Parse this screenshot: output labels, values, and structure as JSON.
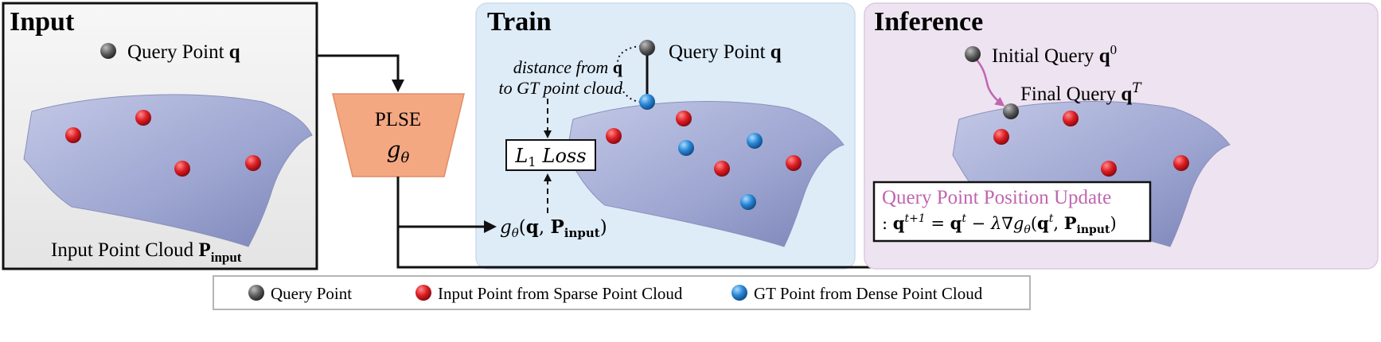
{
  "panels": {
    "input": {
      "title": "Input",
      "query_label": "Query Point",
      "query_symbol": "q",
      "cloud_label": "Input Point Cloud",
      "cloud_symbol": "P",
      "cloud_sub": "input"
    },
    "plse": {
      "label": "PLSE",
      "symbol": "g",
      "sub": "θ"
    },
    "train": {
      "title": "Train",
      "query_label": "Query Point",
      "query_symbol": "q",
      "distance_line1": "distance from",
      "distance_sym": "q",
      "distance_line2": "to GT point cloud",
      "loss_label": "L",
      "loss_sub": "1",
      "loss_word": "Loss",
      "output_g": "g",
      "output_sub": "θ",
      "output_args_open": "(",
      "output_q": "q",
      "output_comma": ", ",
      "output_P": "P",
      "output_Psub": "input",
      "output_close": ")"
    },
    "inference": {
      "title": "Inference",
      "initial_label": "Initial Query",
      "initial_sym": "q",
      "initial_sup": "0",
      "final_label": "Final Query",
      "final_sym": "q",
      "final_sup": "T",
      "update_title": "Query Point Position Update",
      "update_formula": ": q^(t+1) = q^t − λ∇g_θ(q^t, P_input)"
    }
  },
  "legend": {
    "items": [
      {
        "label": "Query Point",
        "color": "#555555"
      },
      {
        "label": "Input Point from Sparse Point Cloud",
        "color": "#d8202a"
      },
      {
        "label": "GT Point from Dense Point Cloud",
        "color": "#2f86d0"
      }
    ]
  },
  "colors": {
    "train_bg": "#deecf8",
    "inference_bg": "#eee3f0",
    "input_bg": "#f0f0f0",
    "plse_fill": "#f4a882",
    "update_accent": "#c066b0",
    "surface": "#a8b0d6"
  }
}
